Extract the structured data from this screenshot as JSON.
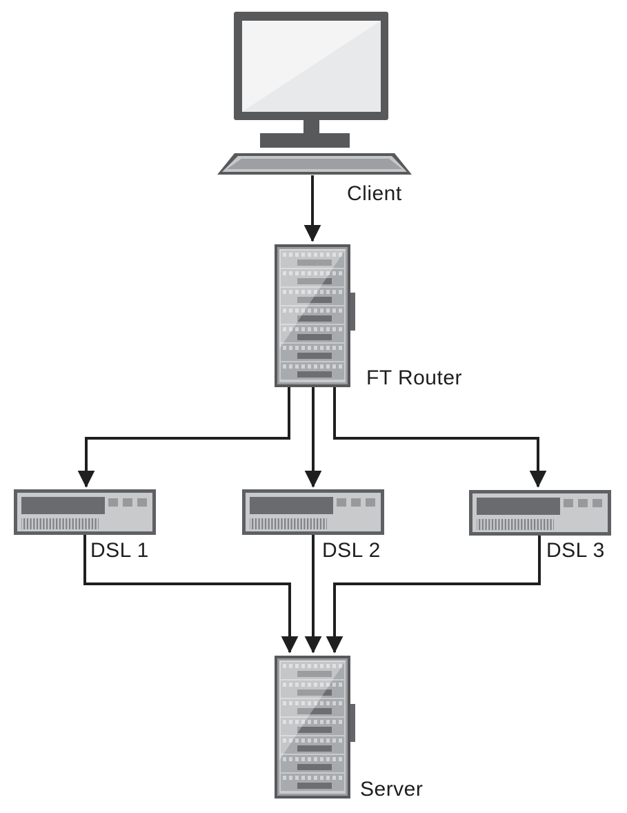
{
  "diagram": {
    "background": "#ffffff",
    "ink_color": "#1f1f1f",
    "device_colors": {
      "dark_gray": "#58595b",
      "frame_gray": "#9b9da0",
      "panel_gray": "#c9cacc",
      "slat_gray": "#a8abad",
      "bar_gray": "#6d6e71",
      "button_gray": "#97999b",
      "screen_gray": "#e8e9ea"
    },
    "nodes": {
      "client": {
        "label": "Client",
        "type": "desktop-computer"
      },
      "router": {
        "label": "FT Router",
        "type": "rack-device"
      },
      "dsl1": {
        "label": "DSL 1",
        "type": "dsl-modem"
      },
      "dsl2": {
        "label": "DSL 2",
        "type": "dsl-modem"
      },
      "dsl3": {
        "label": "DSL 3",
        "type": "dsl-modem"
      },
      "server": {
        "label": "Server",
        "type": "rack-device"
      }
    },
    "edges": [
      {
        "from": "Client",
        "to": "FT Router"
      },
      {
        "from": "FT Router",
        "to": "DSL 1"
      },
      {
        "from": "FT Router",
        "to": "DSL 2"
      },
      {
        "from": "FT Router",
        "to": "DSL 3"
      },
      {
        "from": "DSL 1",
        "to": "Server"
      },
      {
        "from": "DSL 2",
        "to": "Server"
      },
      {
        "from": "DSL 3",
        "to": "Server"
      }
    ]
  }
}
